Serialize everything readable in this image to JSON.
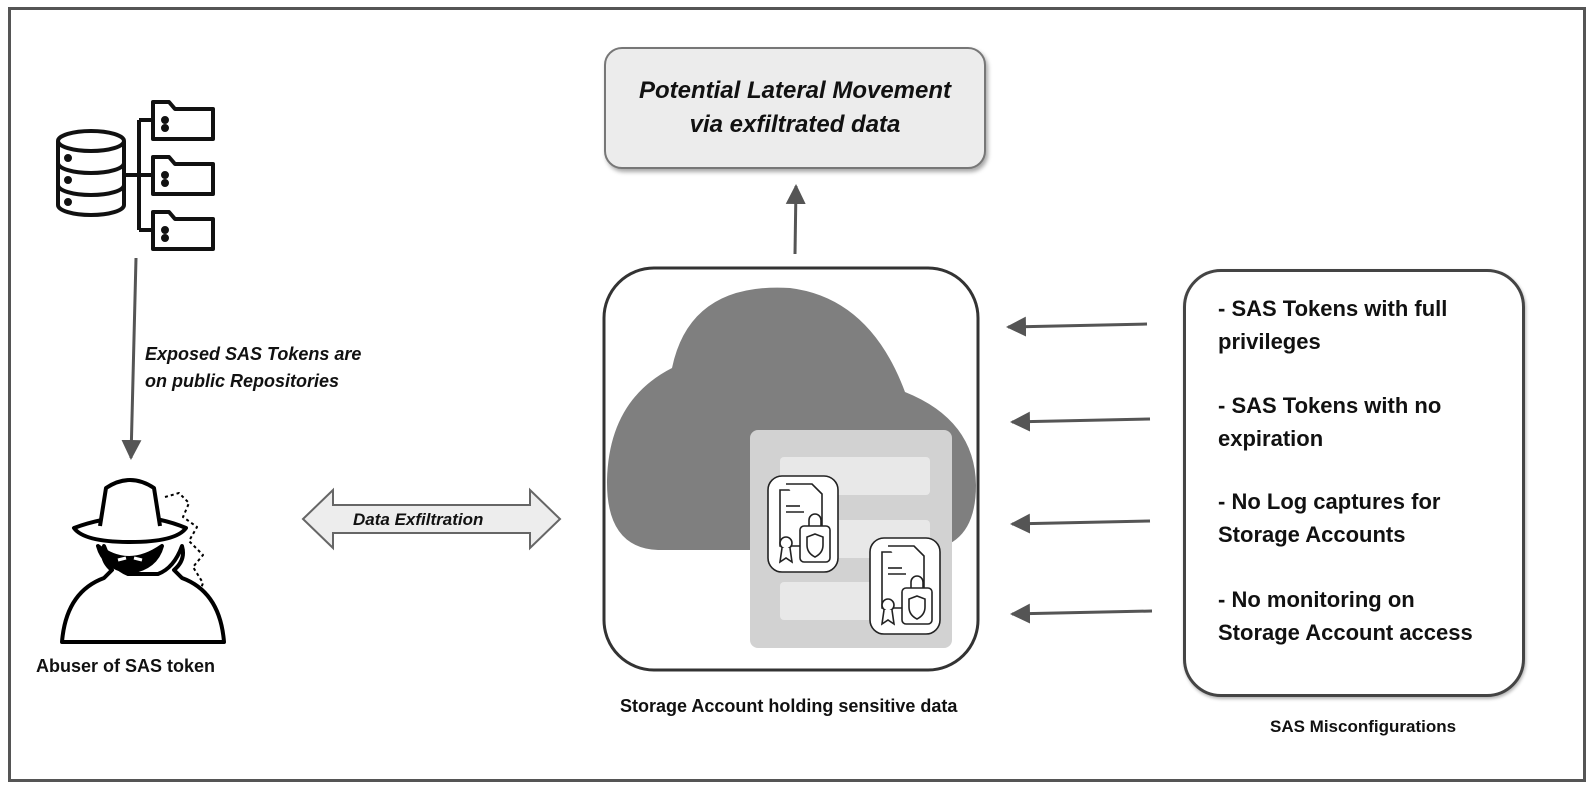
{
  "diagram": {
    "lateral_movement": {
      "line1": "Potential Lateral Movement",
      "line2": "via exfiltrated data"
    },
    "exposed_note": {
      "line1": "Exposed SAS Tokens are",
      "line2": "on public Repositories"
    },
    "abuser_label": "Abuser of SAS token",
    "exfiltration_label": "Data Exfiltration",
    "storage_label": "Storage Account holding sensitive data",
    "misconfigurations": {
      "items": [
        {
          "line1": "- SAS Tokens with full",
          "line2": "privileges"
        },
        {
          "line1": "- SAS Tokens with no",
          "line2": "expiration"
        },
        {
          "line1": "- No Log captures for",
          "line2": "Storage Accounts"
        },
        {
          "line1": "- No monitoring on",
          "line2": "Storage Account access"
        }
      ],
      "label": "SAS Misconfigurations"
    },
    "icons": [
      "database-repository-icon",
      "hacker-icon",
      "cloud-storage-icon",
      "document-lock-icon"
    ],
    "colors": {
      "border": "#555555",
      "cloud": "#7f7f7f",
      "arrow": "#555555",
      "box_fill": "#ececec"
    }
  }
}
